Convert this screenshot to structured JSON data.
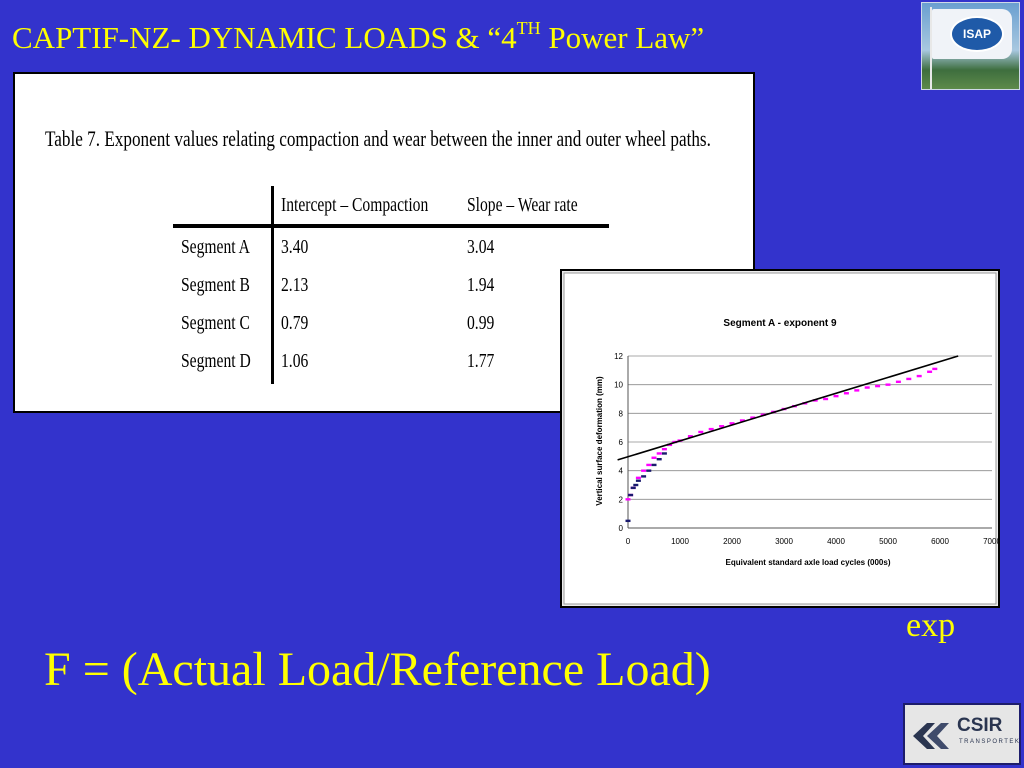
{
  "slide": {
    "title_main": "CAPTIF-NZ- DYNAMIC LOADS & “4",
    "title_sup": "TH",
    "title_tail": " Power Law”",
    "formula": "F = (Actual Load/Reference Load)",
    "formula_exponent": "exp"
  },
  "logos": {
    "isap_text": "ISAP",
    "csir_name": "CSIR",
    "csir_sub": "TRANSPORTEK"
  },
  "table": {
    "caption": "Table 7.  Exponent values relating compaction and wear between the inner and outer wheel paths.",
    "headers": [
      "",
      "Intercept – Compaction",
      "Slope – Wear rate"
    ],
    "rows": [
      [
        "Segment A",
        "3.40",
        "3.04"
      ],
      [
        "Segment B",
        "2.13",
        "1.94"
      ],
      [
        "Segment C",
        "0.79",
        "0.99"
      ],
      [
        "Segment D",
        "1.06",
        "1.77"
      ]
    ]
  },
  "colors": {
    "background": "#3333cc",
    "title_text": "#ffff00",
    "series_measured": "#ff00ff",
    "series_dark": "#1a1a6e",
    "fit_line": "#000000"
  },
  "chart_data": {
    "type": "scatter",
    "title": "Segment A - exponent 9",
    "xlabel": "Equivalent standard axle load cycles (000s)",
    "ylabel": "Vertical surface deformation (mm)",
    "xlim": [
      0,
      7000
    ],
    "ylim": [
      0,
      12
    ],
    "xticks": [
      "0",
      "1000",
      "2000",
      "3000",
      "4000",
      "5000",
      "6000",
      "7000"
    ],
    "yticks": [
      "0",
      "2",
      "4",
      "6",
      "8",
      "10",
      "12"
    ],
    "grid": "horizontal",
    "series": [
      {
        "color": "#ff00ff",
        "x": [
          0,
          50,
          100,
          200,
          300,
          400,
          500,
          600,
          700,
          800,
          900,
          1000,
          1200,
          1400,
          1600,
          1800,
          2000,
          2200,
          2400,
          2600,
          2800,
          3000,
          3200,
          3400,
          3600,
          3800,
          4000,
          4200,
          4400,
          4600,
          4800,
          5000,
          5200,
          5400,
          5600,
          5800,
          5900
        ],
        "y": [
          2.0,
          2.3,
          2.8,
          3.5,
          4.0,
          4.4,
          4.9,
          5.2,
          5.5,
          5.8,
          6.0,
          6.1,
          6.4,
          6.7,
          6.9,
          7.1,
          7.3,
          7.5,
          7.7,
          7.9,
          8.1,
          8.3,
          8.5,
          8.7,
          8.9,
          9.0,
          9.2,
          9.4,
          9.6,
          9.8,
          9.9,
          10.0,
          10.2,
          10.4,
          10.6,
          10.9,
          11.1
        ]
      },
      {
        "color": "#1a1a6e",
        "x": [
          0,
          50,
          100,
          150,
          200,
          300,
          400,
          500,
          600,
          700
        ],
        "y": [
          0.5,
          2.3,
          2.8,
          3.0,
          3.3,
          3.6,
          4.0,
          4.4,
          4.8,
          5.2
        ]
      },
      {
        "color": "#000000",
        "line": true,
        "x": [
          -200,
          6350
        ],
        "y": [
          4.75,
          12.0
        ]
      }
    ]
  }
}
